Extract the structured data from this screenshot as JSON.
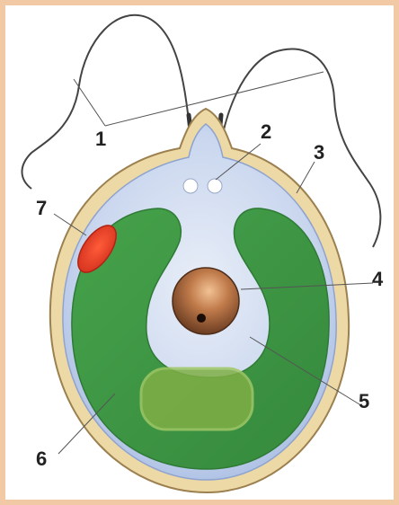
{
  "labels": {
    "flagella": "1",
    "contractile_vacuoles": "2",
    "cell_wall": "3",
    "nucleus": "4",
    "cytoplasm": "5",
    "chloroplast": "6",
    "eyespot": "7"
  },
  "colors": {
    "background": "#f1c9a4",
    "panel": "#ffffff",
    "cell_wall": "#ecd9a6",
    "cytoplasm": "#c8d6ee",
    "chloroplast": "#3f9b45",
    "pyrenoid": "#7fb044",
    "nucleus": "#8a5432",
    "eyespot": "#e8422a"
  }
}
